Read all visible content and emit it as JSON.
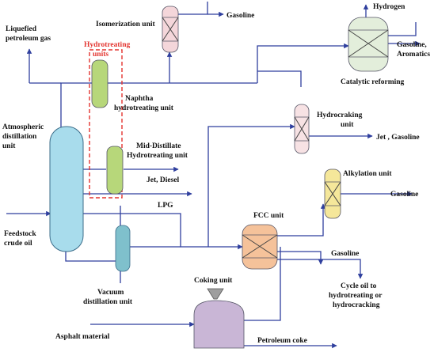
{
  "colors": {
    "line": "#2f3f9e",
    "hydrotreating_box": "#e3342f",
    "atmospheric_column": "#a8dcec",
    "vacuum_column": "#7fc0cc",
    "hydrotreater": "#b7d77a",
    "isomerization": "#f4d6da",
    "hydrocracking": "#f7e2e4",
    "catalytic_reforming": "#e3eedb",
    "alkylation": "#f5e79a",
    "fcc": "#f5c29a",
    "coking": "#c9b6d6"
  },
  "labels": {
    "isomerization_unit": "Isomerization unit",
    "gasoline_isomer": "Gasoline",
    "hydrogen": "Hydrogen",
    "liquefied_petroleum_gas": [
      "Liquefied",
      "petroleum gas"
    ],
    "hydrotreating_units": [
      "Hydrotreating",
      "units"
    ],
    "gasoline_aromatics": [
      "Gasoline,",
      "Aromatics"
    ],
    "catalytic_reforming": "Catalytic reforming",
    "naphtha_hydrotreating": [
      "Naphtha",
      "hydrotreating unit"
    ],
    "hydrocraking_unit": [
      "Hydrocraking",
      "unit"
    ],
    "atmospheric_distillation": [
      "Atmospheric",
      "distillation",
      "unit"
    ],
    "jet_gasoline": "Jet , Gasoline",
    "mid_distillate": [
      "Mid-Distillate",
      "Hydrotreating unit"
    ],
    "alkylation_unit": "Alkylation unit",
    "jet_diesel": "Jet, Diesel",
    "gasoline_alkylation": "Gasoline",
    "lpg": "LPG",
    "fcc_unit": "FCC unit",
    "feedstock_crude": [
      "Feedstock",
      "crude oil"
    ],
    "gasoline_fcc": "Gasoline",
    "cycle_oil": [
      "Cycle oil to",
      "hydrotreating or",
      "hydrocracking"
    ],
    "vacuum_distillation": [
      "Vacuum",
      "distillation unit"
    ],
    "coking_unit": "Coking unit",
    "asphalt_material": "Asphalt material",
    "petroleum_coke": "Petroleum coke"
  }
}
